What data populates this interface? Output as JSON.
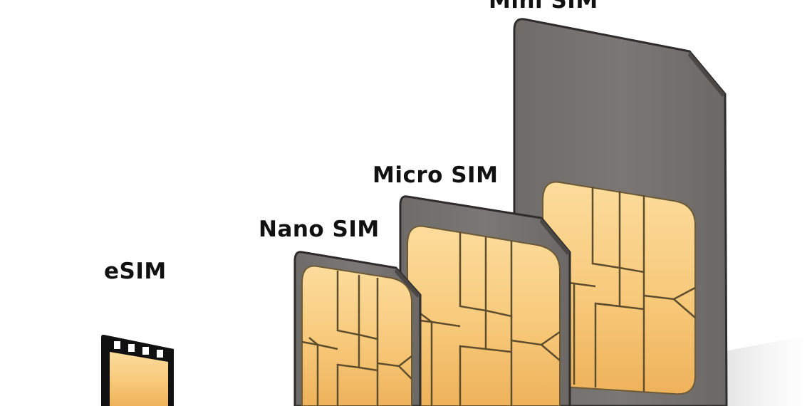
{
  "labels": {
    "mini": "Mini SIM",
    "micro": "Micro SIM",
    "nano": "Nano SIM",
    "esim": "eSIM"
  },
  "colors": {
    "background": "#ffffff",
    "card": "#787472",
    "card_edge": "#3a3836",
    "chip_light": "#fbd690",
    "chip_dark": "#eeb45c",
    "chip_line": "#5a4a2a",
    "label_text": "#111111"
  }
}
